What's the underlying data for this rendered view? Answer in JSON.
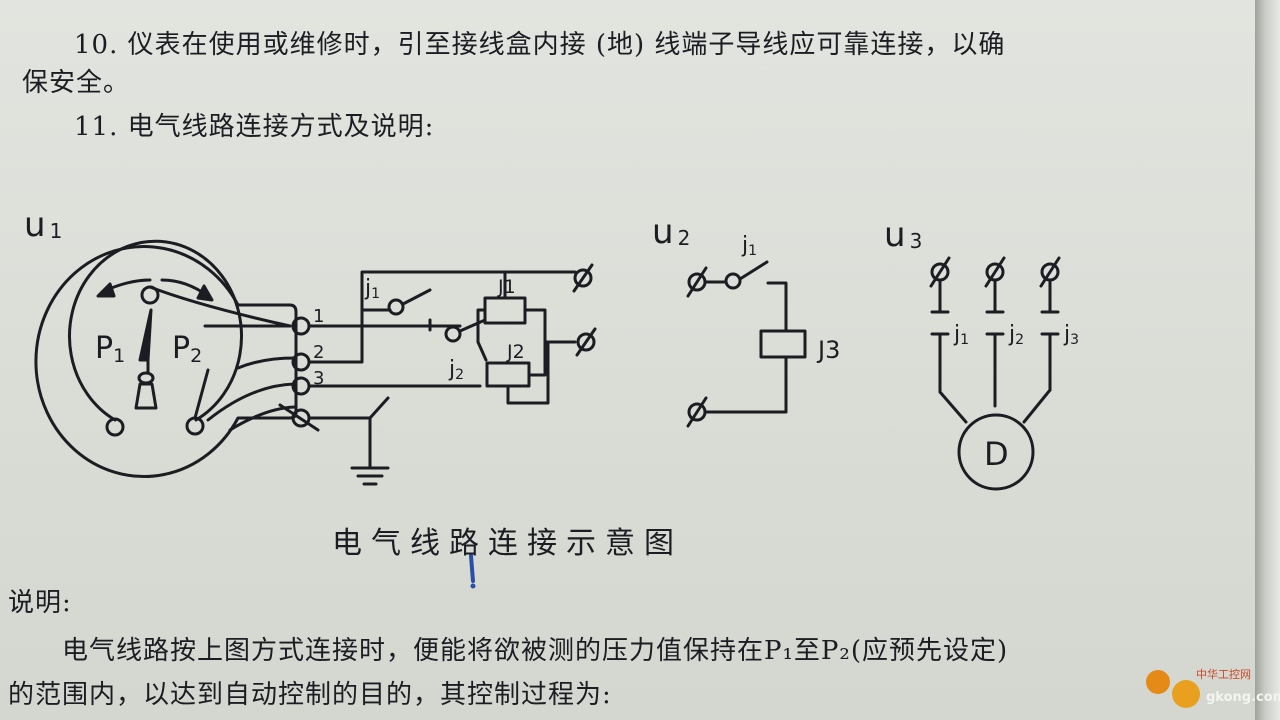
{
  "text": {
    "line1": "10. 仪表在使用或维修时，引至接线盒内接 (地) 线端子导线应可靠连接，以确",
    "line2": "保安全。",
    "line3": "11. 电气线路连接方式及说明:",
    "caption": "电气线路连接示意图",
    "note_heading": "说明:",
    "para1": "电气线路按上图方式连接时，便能将欲被测的压力值保持在P₁至P₂(应预先设定)",
    "para2": "的范围内，以达到自动控制的目的，其控制过程为:"
  },
  "diagram": {
    "u1": {
      "letter": "u",
      "sub": "1"
    },
    "u2": {
      "letter": "u",
      "sub": "2"
    },
    "u3": {
      "letter": "u",
      "sub": "3"
    },
    "p1": "P",
    "p1_sub": "1",
    "p2": "P",
    "p2_sub": "2",
    "term1": "1",
    "term2": "2",
    "term3": "3",
    "j1": "j",
    "j1_sub": "1",
    "j2": "j",
    "j2_sub": "2",
    "J1": "J1",
    "J2": "J2",
    "u2_j1": "j",
    "u2_j1_sub": "1",
    "J3": "J3",
    "u3_j1": "j",
    "u3_j1_sub": "1",
    "u3_j2": "j",
    "u3_j2_sub": "2",
    "u3_j3": "j",
    "u3_j3_sub": "3",
    "motor": "D"
  },
  "watermark": {
    "title": "中华工控网",
    "site": "gkong.com"
  },
  "colors": {
    "ink": "#1b1d22",
    "paper": "#dcded8",
    "watermark_accent": "#e58a16"
  }
}
